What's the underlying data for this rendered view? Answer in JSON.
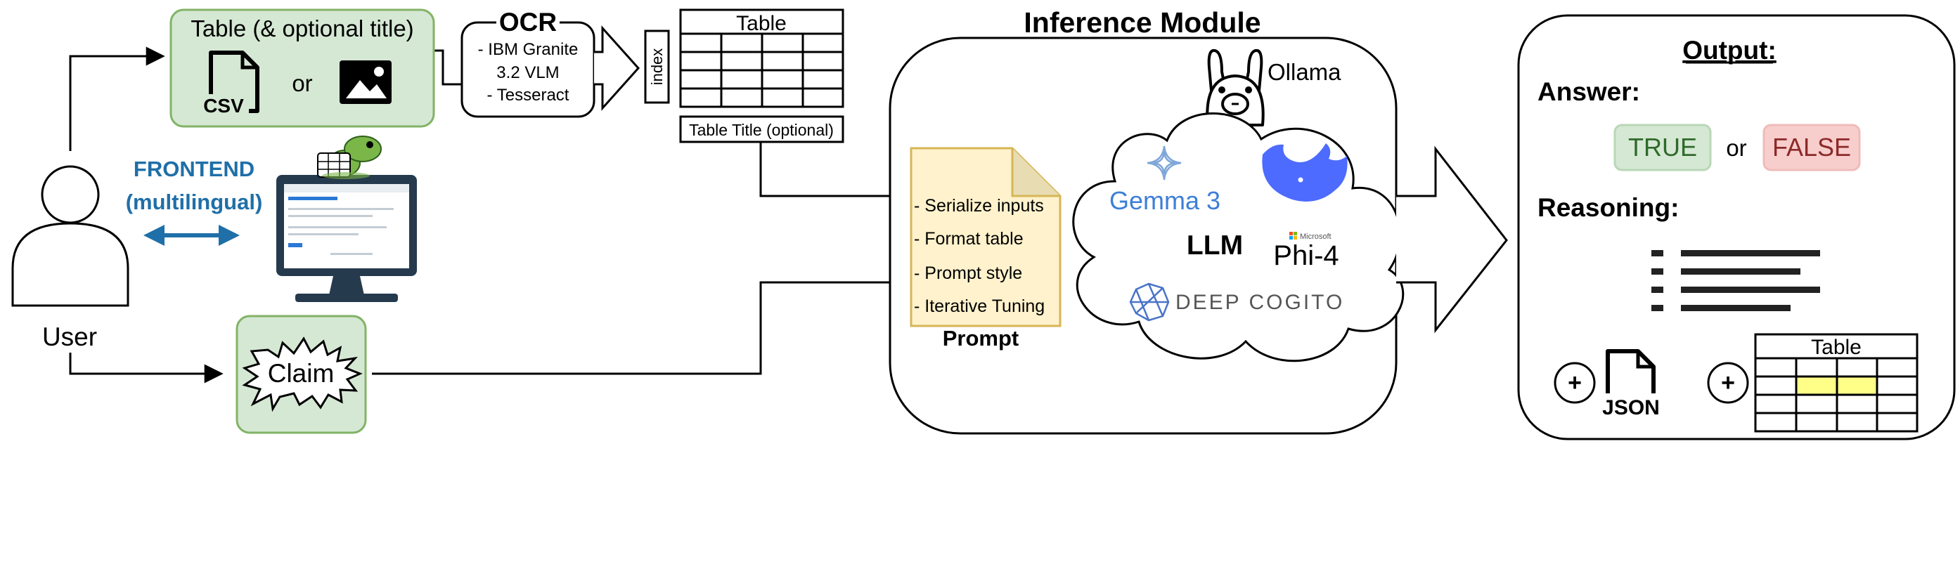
{
  "input_box": {
    "title": "Table (& optional title)",
    "csv_label": "CSV",
    "or_label": "or"
  },
  "ocr": {
    "title": "OCR",
    "lines": [
      "- IBM Granite",
      "3.2 VLM",
      "- Tesseract"
    ]
  },
  "table_out": {
    "index_label": "index",
    "title": "Table",
    "caption": "Table Title (optional)"
  },
  "frontend": {
    "line1": "FRONTEND",
    "line2": "(multilingual)"
  },
  "user": {
    "label": "User"
  },
  "claim": {
    "label": "Claim"
  },
  "inference": {
    "title": "Inference Module",
    "ollama_label": "Ollama"
  },
  "prompt": {
    "items": [
      "- Serialize inputs",
      "- Format table",
      "- Prompt style",
      "- Iterative Tuning"
    ],
    "label": "Prompt"
  },
  "llm": {
    "label": "LLM",
    "models": {
      "gemma": "Gemma 3",
      "microsoft": "Microsoft",
      "phi": "Phi-4",
      "cogito": "DEEP COGITO"
    }
  },
  "output": {
    "title": "Output:",
    "answer_label": "Answer:",
    "true_label": "TRUE",
    "or_label": "or",
    "false_label": "FALSE",
    "reasoning_label": "Reasoning:",
    "json_label": "JSON",
    "plus_symbol": "+",
    "table_title": "Table"
  },
  "colors": {
    "green_fill": "#d5e8d4",
    "green_stroke": "#82b366",
    "yellow_fill": "#fff2cc",
    "yellow_stroke": "#d6b656",
    "red_fill": "#f8cecc",
    "red_stroke": "#b85450",
    "frontend_blue": "#1f6fa8",
    "cell_highlight": "#ffff88"
  }
}
